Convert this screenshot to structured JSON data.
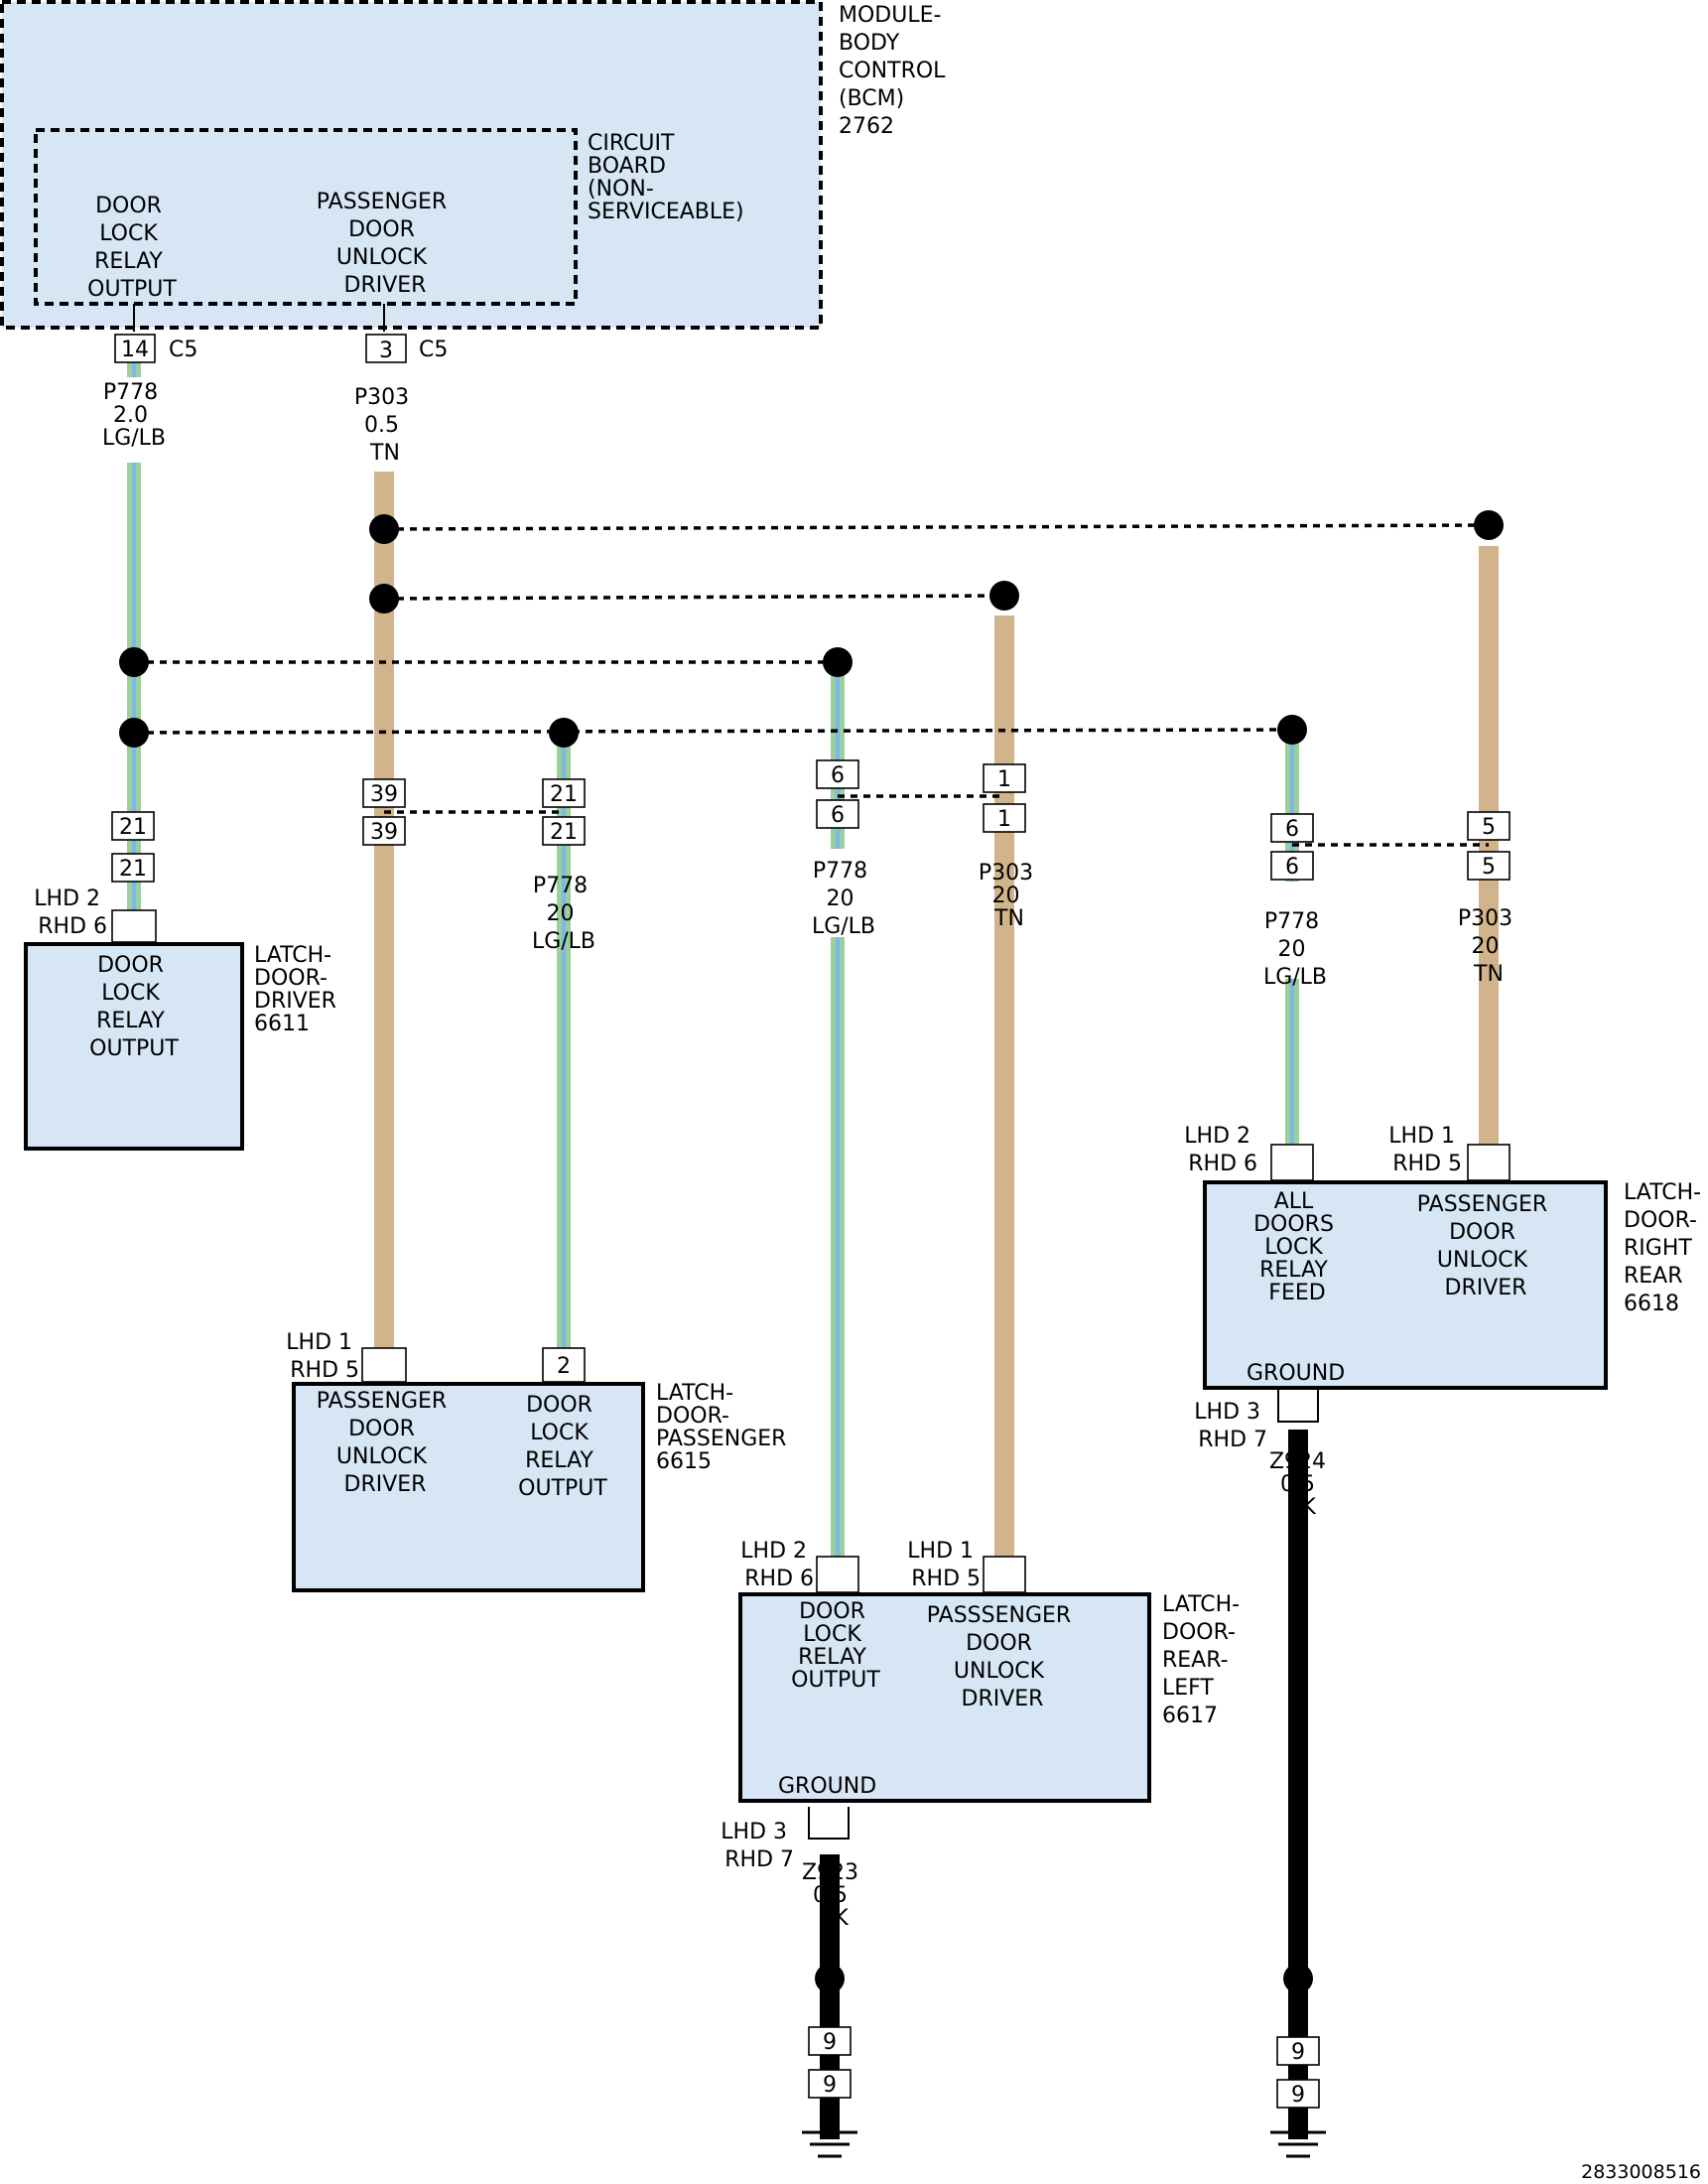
{
  "colors": {
    "tan": "#d2b48c",
    "lg_lb_green": "#9bcf9b",
    "lg_lb_blue": "#7fb7e6",
    "component_fill": "#d6e6f5",
    "ground": "#000000"
  },
  "bcm": {
    "name": [
      "MODULE-",
      "BODY",
      "CONTROL",
      "(BCM)",
      "2762"
    ],
    "circuit_board": [
      "CIRCUIT",
      "BOARD",
      "(NON-",
      "SERVICEABLE)"
    ],
    "pin_door_lock": [
      "DOOR",
      "LOCK",
      "RELAY",
      "OUTPUT"
    ],
    "pin_pass_unlock": [
      "PASSENGER",
      "DOOR",
      "UNLOCK",
      "DRIVER"
    ],
    "conn_a": {
      "pin": "14",
      "connector": "C5"
    },
    "conn_b": {
      "pin": "3",
      "connector": "C5"
    }
  },
  "wires": {
    "bcm_p778": [
      "P778",
      "2.0",
      "LG/LB"
    ],
    "bcm_p303": [
      "P303",
      "0.5",
      "TN"
    ],
    "pass_p778": [
      "P778",
      "20",
      "LG/LB"
    ],
    "rl_p778": [
      "P778",
      "20",
      "LG/LB"
    ],
    "rl_p303": [
      "P303",
      "20",
      "TN"
    ],
    "rr_p778": [
      "P778",
      "20",
      "LG/LB"
    ],
    "rr_p303": [
      "P303",
      "20",
      "TN"
    ],
    "z923": [
      "Z923",
      "0.5",
      "BK"
    ],
    "z924": [
      "Z924",
      "0.5",
      "BK"
    ]
  },
  "inline_pins": {
    "p21": "21",
    "p39": "39",
    "p6": "6",
    "p1": "1",
    "p5": "5",
    "p9": "9"
  },
  "pins": {
    "driver": [
      "LHD 2",
      "RHD 6"
    ],
    "pass_tn": [
      "LHD 1",
      "RHD 5"
    ],
    "pass_gb": "2",
    "rl_gb": [
      "LHD 2",
      "RHD 6"
    ],
    "rl_tn": [
      "LHD 1",
      "RHD 5"
    ],
    "rl_gnd": [
      "LHD 3",
      "RHD 7"
    ],
    "rr_gb": [
      "LHD 2",
      "RHD 6"
    ],
    "rr_tn": [
      "LHD 1",
      "RHD 5"
    ],
    "rr_gnd": [
      "LHD 3",
      "RHD 7"
    ]
  },
  "driver_latch": {
    "name": [
      "LATCH-",
      "DOOR-",
      "DRIVER",
      "6611"
    ],
    "pin_label": [
      "DOOR",
      "LOCK",
      "RELAY",
      "OUTPUT"
    ]
  },
  "passenger_latch": {
    "name": [
      "LATCH-",
      "DOOR-",
      "PASSENGER",
      "6615"
    ],
    "pin_unlock": [
      "PASSENGER",
      "DOOR",
      "UNLOCK",
      "DRIVER"
    ],
    "pin_lock": [
      "DOOR",
      "LOCK",
      "RELAY",
      "OUTPUT"
    ]
  },
  "rear_left_latch": {
    "name": [
      "LATCH-",
      "DOOR-",
      "REAR-",
      "LEFT",
      "6617"
    ],
    "pin_lock": [
      "DOOR",
      "LOCK",
      "RELAY",
      "OUTPUT"
    ],
    "pin_unlock": [
      "PASSSENGER",
      "DOOR",
      "UNLOCK",
      "DRIVER"
    ],
    "ground": "GROUND"
  },
  "rear_right_latch": {
    "name": [
      "LATCH-",
      "DOOR-",
      "RIGHT",
      "REAR",
      "6618"
    ],
    "pin_lock": [
      "ALL",
      "DOORS",
      "LOCK",
      "RELAY",
      "FEED"
    ],
    "pin_unlock": [
      "PASSENGER",
      "DOOR",
      "UNLOCK",
      "DRIVER"
    ],
    "ground": "GROUND"
  },
  "figure_id": "2833008516"
}
